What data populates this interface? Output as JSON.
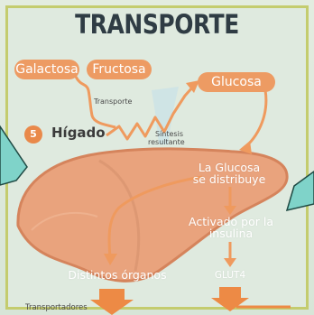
{
  "title": "TRANSPORTE",
  "pills": {
    "galactosa": "Galactosa",
    "fructosa": "Fructosa",
    "glucosa": "Glucosa"
  },
  "labels": {
    "transporte": "Transporte",
    "step_number": "5",
    "higado": "Hígado",
    "sintesis_line1": "Síntesis",
    "sintesis_line2": "resultante",
    "distribuye_line1": "La Glucosa",
    "distribuye_line2": "se distribuye",
    "activado_line1": "Activado por la",
    "activado_line2": "insulina",
    "distintos": "Distintos órganos",
    "glut4": "GLUT4",
    "transportadores": "Transportadores"
  },
  "colors": {
    "frame": "#c4cc6e",
    "background": "#dfeadf",
    "liver": "#e8a07c",
    "accent": "#ed9b63",
    "teal_shape": "#7fd3c9"
  },
  "icons": {
    "liver": "liver-organ",
    "vessel": "blood-vessel"
  }
}
